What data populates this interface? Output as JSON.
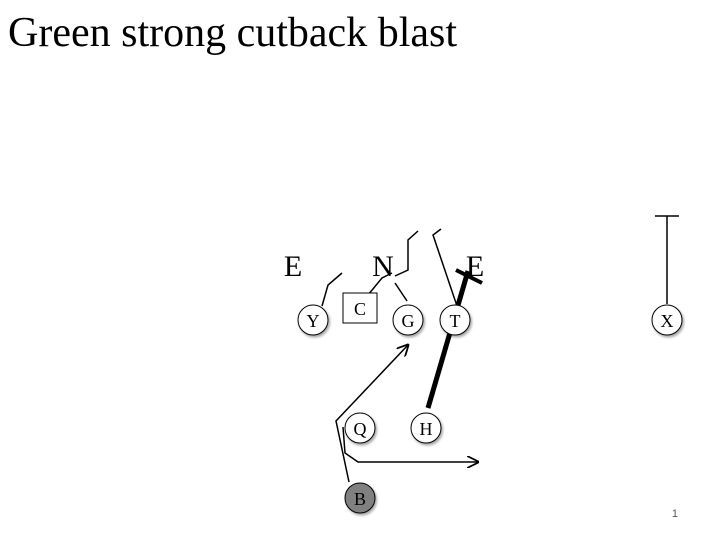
{
  "slide": {
    "title": "Green strong cutback blast",
    "number": "1"
  },
  "defense": {
    "left_end": "E",
    "nose": "N",
    "right_end": "E"
  },
  "offense": {
    "center": "C",
    "y": "Y",
    "guard": "G",
    "tackle": "T",
    "split_end": "X",
    "quarterback": "Q",
    "halfback": "H",
    "back": "B"
  },
  "colors": {
    "player_fill": "#ffffff",
    "back_fill": "#808080",
    "line": "#000000"
  }
}
